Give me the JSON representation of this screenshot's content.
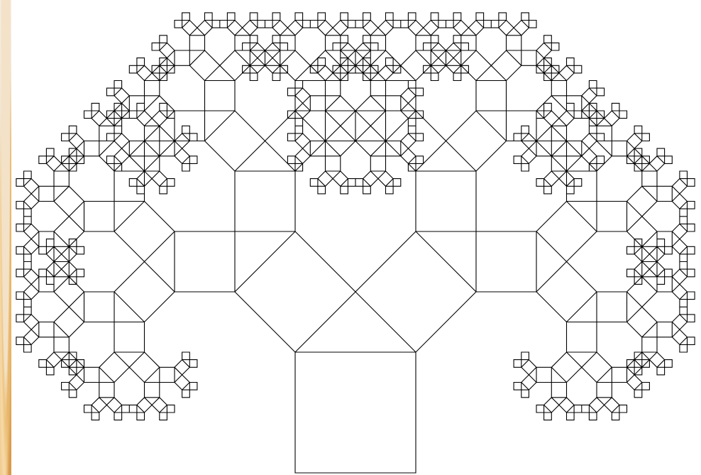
{
  "figure": {
    "kind": "pythagoras-tree-fractal",
    "depth": 9,
    "branch_angle_degrees": 45,
    "line_color": "#000000",
    "background_color": "#ffffff",
    "decorative_strip_colors": [
      "#f4ede3",
      "#e6c48e",
      "#d4a360"
    ]
  }
}
